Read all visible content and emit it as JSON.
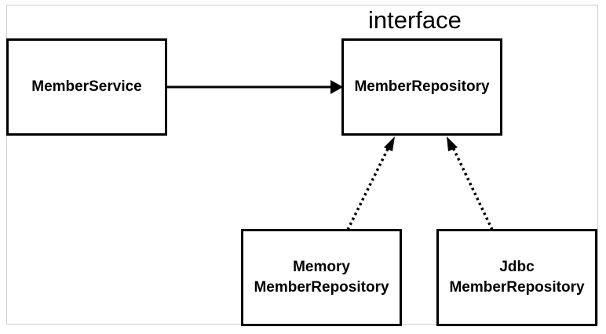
{
  "diagram": {
    "nodes": {
      "member_service": {
        "lines": [
          "MemberService"
        ]
      },
      "member_repository": {
        "stereotype": "interface",
        "lines": [
          "MemberRepository"
        ]
      },
      "memory_repository": {
        "lines": [
          "Memory",
          "MemberRepository"
        ]
      },
      "jdbc_repository": {
        "lines": [
          "Jdbc",
          "MemberRepository"
        ]
      }
    },
    "edges": [
      {
        "from": "member_service",
        "to": "member_repository",
        "style": "solid",
        "kind": "dependency"
      },
      {
        "from": "memory_repository",
        "to": "member_repository",
        "style": "dotted",
        "kind": "implements"
      },
      {
        "from": "jdbc_repository",
        "to": "member_repository",
        "style": "dotted",
        "kind": "implements"
      }
    ]
  }
}
